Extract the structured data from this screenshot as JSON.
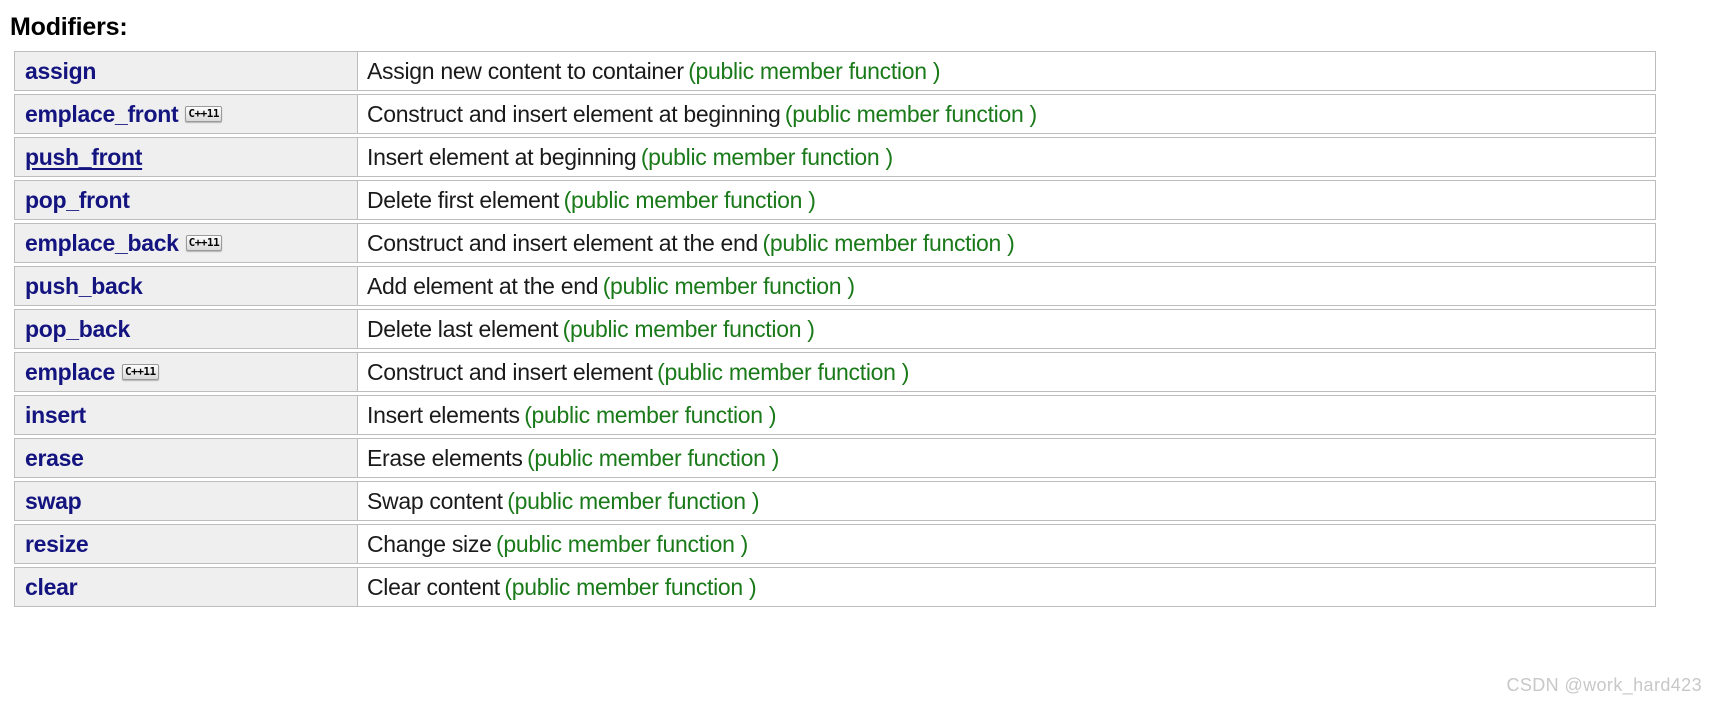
{
  "section": {
    "title": "Modifiers:"
  },
  "badge": {
    "label": "C++11"
  },
  "kind_label": "(public member function )",
  "table": {
    "rows": [
      {
        "name": "assign",
        "badge": false,
        "linked": false,
        "description": "Assign new content to container",
        "kind": "(public member function )"
      },
      {
        "name": "emplace_front",
        "badge": true,
        "linked": false,
        "description": "Construct and insert element at beginning",
        "kind": "(public member function )"
      },
      {
        "name": "push_front",
        "badge": false,
        "linked": true,
        "description": "Insert element at beginning",
        "kind": "(public member function )"
      },
      {
        "name": "pop_front",
        "badge": false,
        "linked": false,
        "description": "Delete first element",
        "kind": "(public member function )"
      },
      {
        "name": "emplace_back",
        "badge": true,
        "linked": false,
        "description": "Construct and insert element at the end",
        "kind": "(public member function )"
      },
      {
        "name": "push_back",
        "badge": false,
        "linked": false,
        "description": "Add element at the end",
        "kind": "(public member function )"
      },
      {
        "name": "pop_back",
        "badge": false,
        "linked": false,
        "description": "Delete last element",
        "kind": "(public member function )"
      },
      {
        "name": "emplace",
        "badge": true,
        "linked": false,
        "description": "Construct and insert element",
        "kind": "(public member function )"
      },
      {
        "name": "insert",
        "badge": false,
        "linked": false,
        "description": "Insert elements",
        "kind": "(public member function )"
      },
      {
        "name": "erase",
        "badge": false,
        "linked": false,
        "description": "Erase elements",
        "kind": "(public member function )"
      },
      {
        "name": "swap",
        "badge": false,
        "linked": false,
        "description": "Swap content",
        "kind": "(public member function )"
      },
      {
        "name": "resize",
        "badge": false,
        "linked": false,
        "description": "Change size",
        "kind": "(public member function )"
      },
      {
        "name": "clear",
        "badge": false,
        "linked": false,
        "description": "Clear content",
        "kind": "(public member function )"
      }
    ]
  },
  "watermark": {
    "text": "CSDN @work_hard423"
  },
  "colors": {
    "link": "#141480",
    "kind": "#1a7a1a",
    "name_cell_bg": "#efefef",
    "border": "#bdbdbd",
    "watermark": "#c8c8c8"
  }
}
